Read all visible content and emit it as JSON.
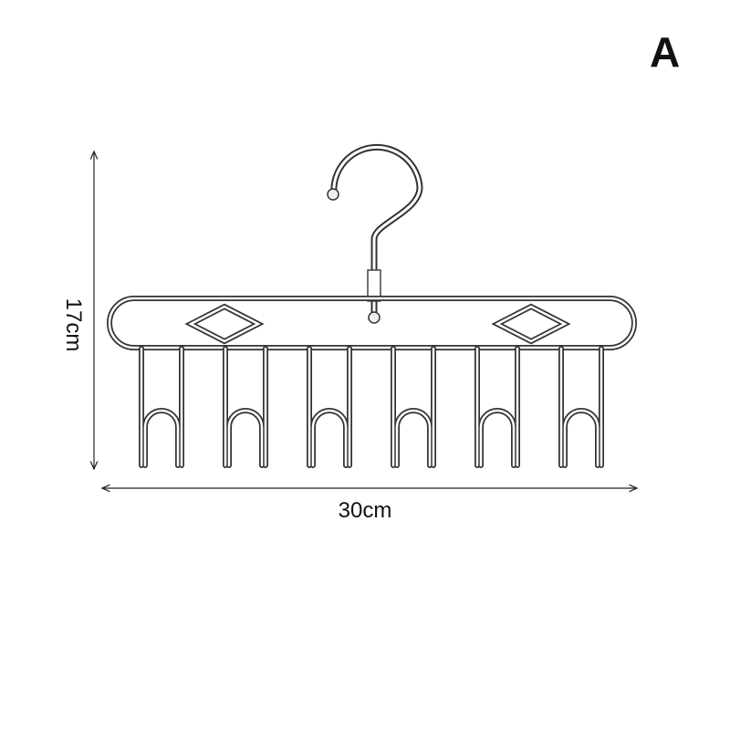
{
  "variant_label": "A",
  "dimensions": {
    "height": "17cm",
    "width": "30cm"
  },
  "product": {
    "name": "hanger",
    "hook_count": 6,
    "line_color": "#8a8a8a",
    "outline_color": "#222222"
  }
}
